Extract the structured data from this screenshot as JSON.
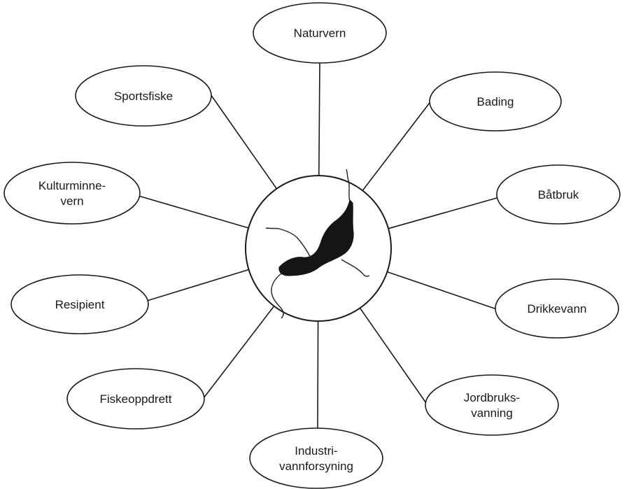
{
  "diagram": {
    "center": {
      "icon": "river-icon"
    },
    "nodes": [
      {
        "id": "naturvern",
        "lines": [
          "Naturvern"
        ]
      },
      {
        "id": "bading",
        "lines": [
          "Bading"
        ]
      },
      {
        "id": "batbruk",
        "lines": [
          "Båtbruk"
        ]
      },
      {
        "id": "drikkevann",
        "lines": [
          "Drikkevann"
        ]
      },
      {
        "id": "jordbruksvanning",
        "lines": [
          "Jordbruks-",
          "vanning"
        ]
      },
      {
        "id": "industrivannforsyning",
        "lines": [
          "Industri-",
          "vannforsyning"
        ]
      },
      {
        "id": "fiskeoppdrett",
        "lines": [
          "Fiskeoppdrett"
        ]
      },
      {
        "id": "resipient",
        "lines": [
          "Resipient"
        ]
      },
      {
        "id": "kulturminnevern",
        "lines": [
          "Kulturminne-",
          "vern"
        ]
      },
      {
        "id": "sportsfiske",
        "lines": [
          "Sportsfiske"
        ]
      }
    ]
  }
}
